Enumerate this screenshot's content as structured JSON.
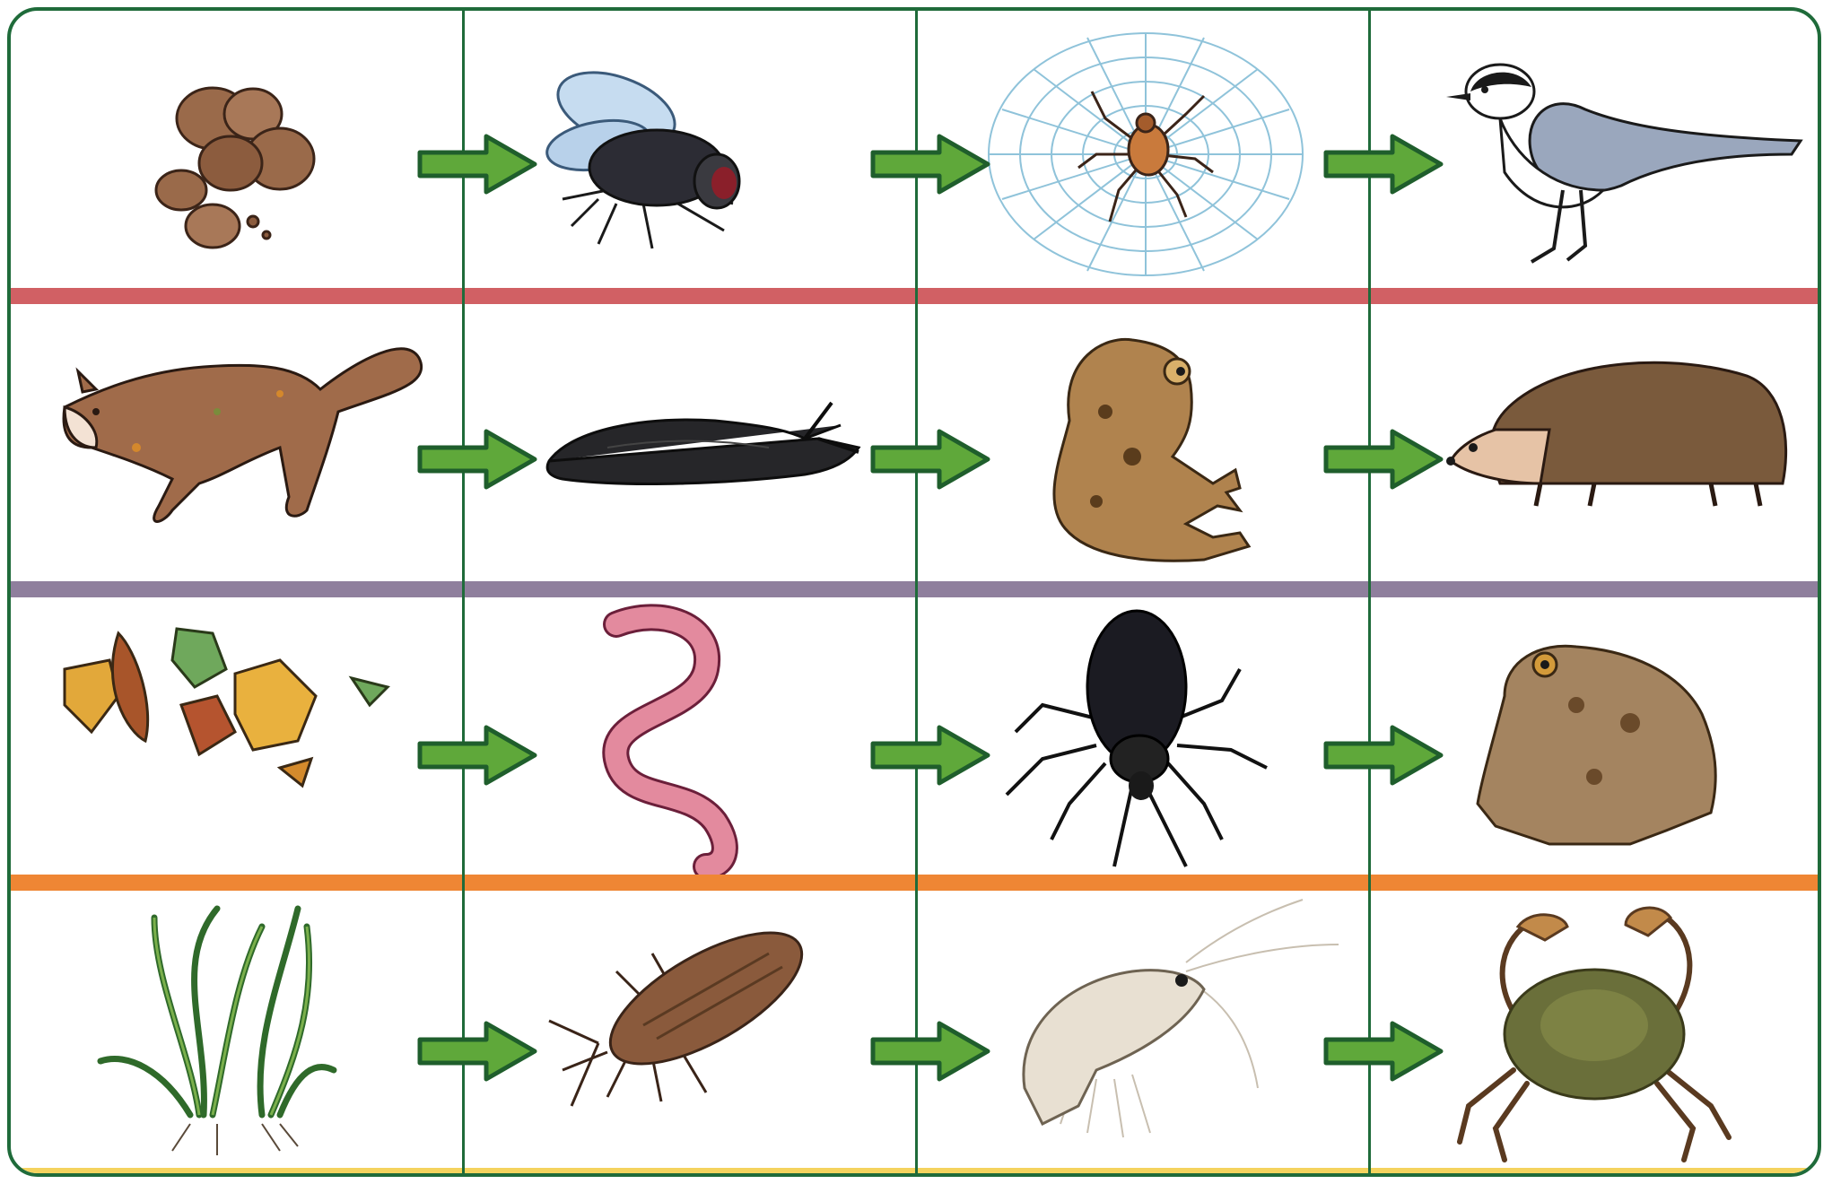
{
  "colors": {
    "frame": "#1f6b3a",
    "arrow_fill": "#5fa83a",
    "arrow_stroke": "#1f5e2c",
    "band_row1": "#d16064",
    "band_row2": "#8f7f9d",
    "band_row3": "#ef8634",
    "band_row4": "#f4d35e"
  },
  "food_chains": [
    {
      "band_color": "#d16064",
      "organisms": [
        "dung",
        "fly",
        "spider",
        "wagtail"
      ]
    },
    {
      "band_color": "#8f7f9d",
      "organisms": [
        "dead-fox",
        "slug",
        "frog",
        "hedgehog"
      ]
    },
    {
      "band_color": "#ef8634",
      "organisms": [
        "dead-leaves",
        "earthworm",
        "beetle",
        "toad"
      ]
    },
    {
      "band_color": "#f4d35e",
      "organisms": [
        "seagrass",
        "sea-slater",
        "shrimp",
        "crab"
      ]
    }
  ],
  "arrow_icon": "right-arrow-icon"
}
